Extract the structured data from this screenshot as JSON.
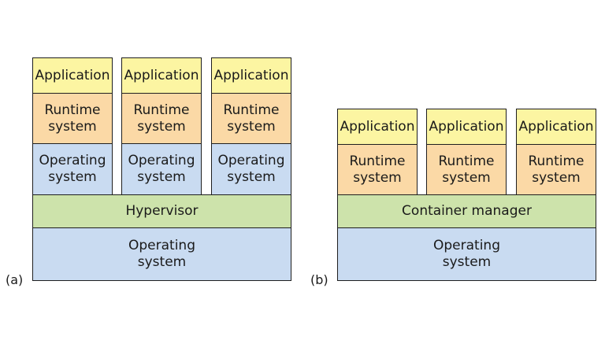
{
  "panel_a": {
    "label": "(a)",
    "stacks": [
      {
        "application": "Application",
        "runtime_line1": "Runtime",
        "runtime_line2": "system",
        "os_line1": "Operating",
        "os_line2": "system"
      },
      {
        "application": "Application",
        "runtime_line1": "Runtime",
        "runtime_line2": "system",
        "os_line1": "Operating",
        "os_line2": "system"
      },
      {
        "application": "Application",
        "runtime_line1": "Runtime",
        "runtime_line2": "system",
        "os_line1": "Operating",
        "os_line2": "system"
      }
    ],
    "hypervisor": "Hypervisor",
    "host_os_line1": "Operating",
    "host_os_line2": "system"
  },
  "panel_b": {
    "label": "(b)",
    "stacks": [
      {
        "application": "Application",
        "runtime_line1": "Runtime",
        "runtime_line2": "system"
      },
      {
        "application": "Application",
        "runtime_line1": "Runtime",
        "runtime_line2": "system"
      },
      {
        "application": "Application",
        "runtime_line1": "Runtime",
        "runtime_line2": "system"
      }
    ],
    "container_manager": "Container manager",
    "host_os_line1": "Operating",
    "host_os_line2": "system"
  },
  "colors": {
    "application": "#fcf5a2",
    "runtime": "#fbd9a6",
    "operating_system": "#c9dbf1",
    "manager": "#cde3ab"
  }
}
